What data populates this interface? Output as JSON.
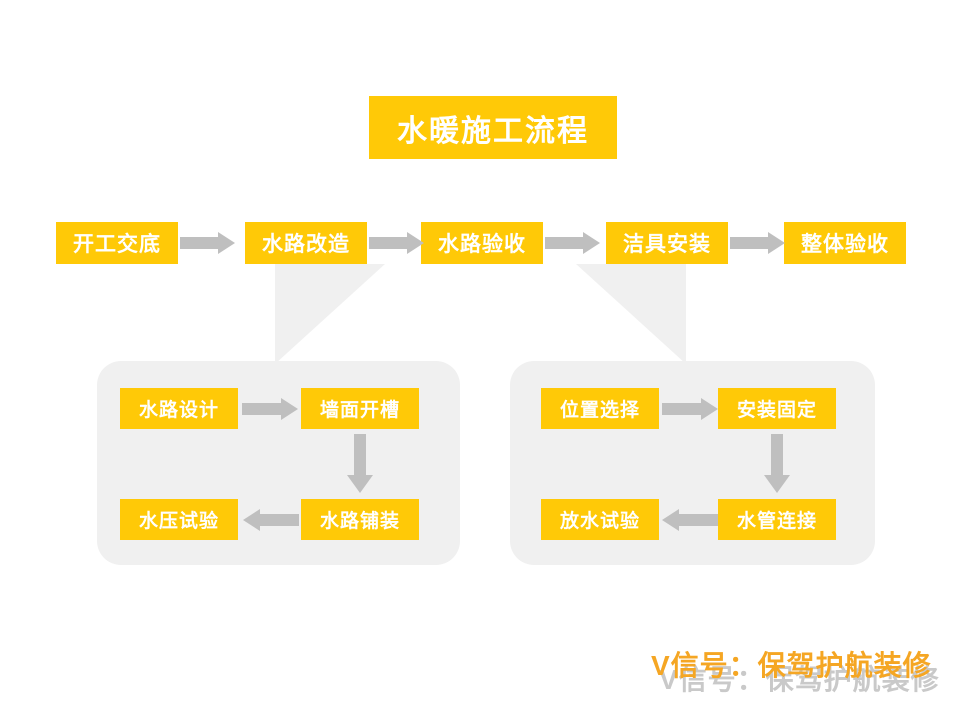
{
  "colors": {
    "node_fill": "#FFC907",
    "node_text": "#FFFFFF",
    "panel_fill": "#F0F0F0",
    "arrow": "#BFBFBF",
    "watermark_main": "#F5A623",
    "watermark_shadow": "#C9C9C9",
    "background": "#FFFFFF"
  },
  "title": {
    "text": "水暖施工流程"
  },
  "main_flow": {
    "steps": [
      {
        "label": "开工交底"
      },
      {
        "label": "水路改造"
      },
      {
        "label": "水路验收"
      },
      {
        "label": "洁具安装"
      },
      {
        "label": "整体验收"
      }
    ]
  },
  "detail_panels": [
    {
      "parent_step": "水路改造",
      "steps": [
        {
          "label": "水路设计"
        },
        {
          "label": "墙面开槽"
        },
        {
          "label": "水路铺装"
        },
        {
          "label": "水压试验"
        }
      ]
    },
    {
      "parent_step": "洁具安装",
      "steps": [
        {
          "label": "位置选择"
        },
        {
          "label": "安装固定"
        },
        {
          "label": "水管连接"
        },
        {
          "label": "放水试验"
        }
      ]
    }
  ],
  "watermark": {
    "text": "V信号：保驾护航装修"
  }
}
